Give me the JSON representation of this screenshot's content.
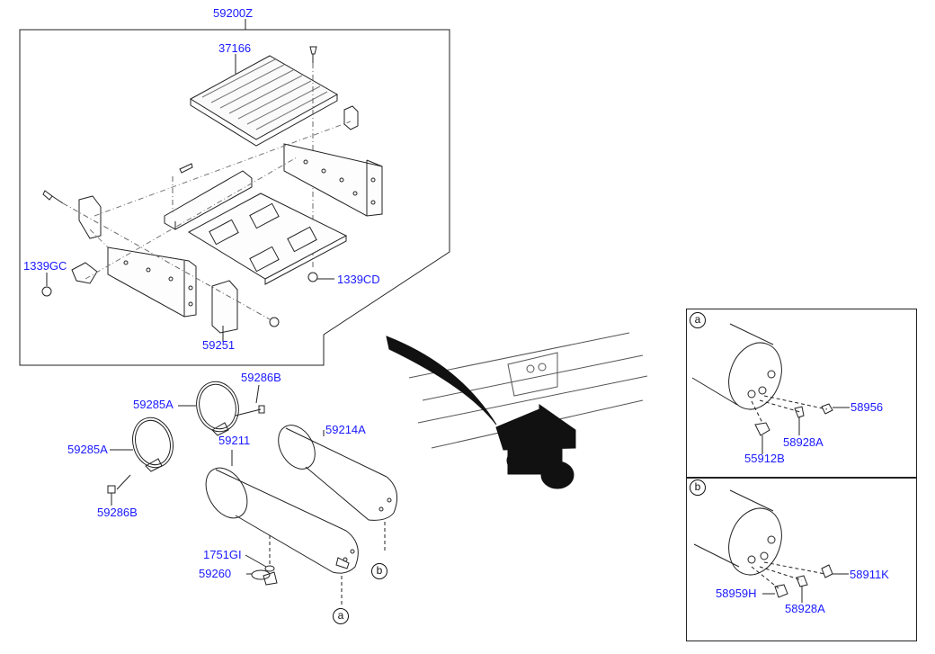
{
  "colors": {
    "part_label": "#1a1aff",
    "line": "#222222",
    "fill_dark": "#111111"
  },
  "main_assembly": {
    "label_assembly": "59200Z",
    "label_tray": "37166",
    "label_bolt_left": "1339GC",
    "label_nut_right": "1339CD",
    "label_bracket": "59251"
  },
  "tanks": {
    "label_clamp_upper": "59285A",
    "label_bolt_upper": "59286B",
    "label_clamp_lower": "59285A",
    "label_bolt_lower": "59286B",
    "label_tank_front": "59211",
    "label_tank_rear": "59214A",
    "label_plug": "1751GI",
    "label_drain": "59260",
    "ref_a": "a",
    "ref_b": "b"
  },
  "inset_a": {
    "ref": "a",
    "label_fitting_1": "58956",
    "label_fitting_2": "58928A",
    "label_fitting_3": "55912B"
  },
  "inset_b": {
    "ref": "b",
    "label_fitting_1": "58911K",
    "label_fitting_2": "58928A",
    "label_fitting_3": "58959H"
  }
}
